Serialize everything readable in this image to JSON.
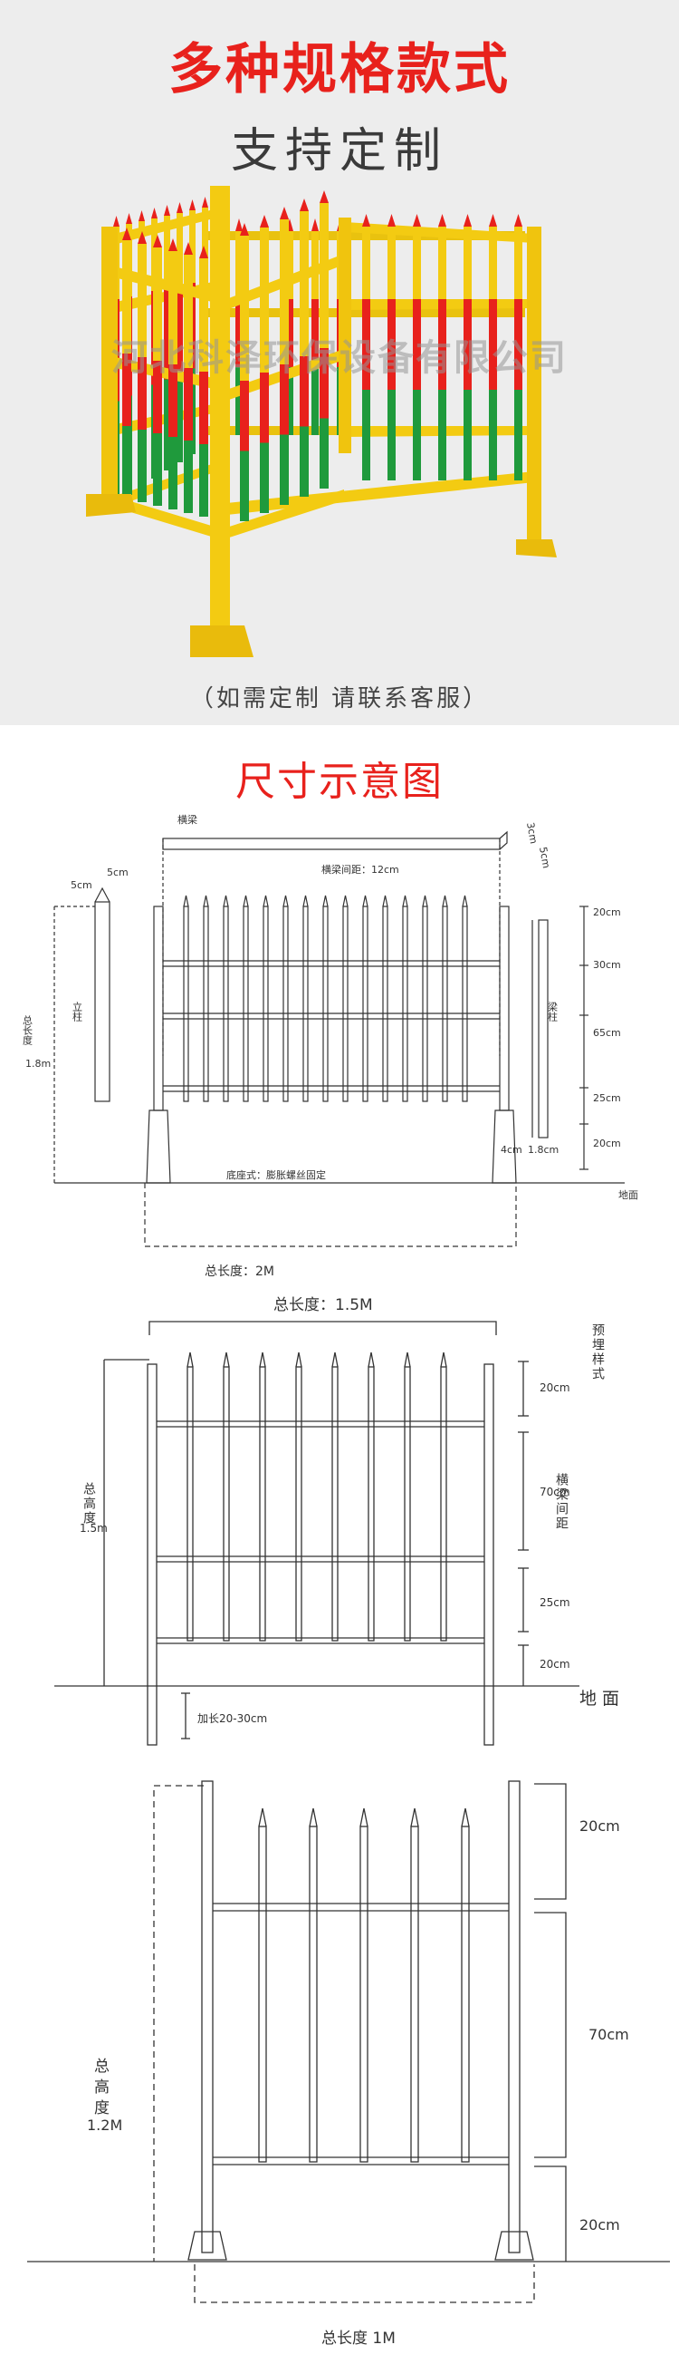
{
  "hero": {
    "title": "多种规格款式",
    "subtitle": "支持定制",
    "watermark": "河北科泽环保设备有限公司",
    "caption": "（如需定制 请联系客服）"
  },
  "section_title": "尺寸示意图",
  "diagram1": {
    "beam_label": "横梁",
    "beam_size": "3cm",
    "beam_size2": "5cm",
    "post_w": "5cm",
    "post_d": "5cm",
    "beam_spacing": "横梁间距：12cm",
    "total_height": "总长度",
    "total_height_val": "1.8m",
    "post_label": "立柱",
    "side_label": "梁柱",
    "base_label": "底座式：膨胀螺丝固定",
    "base_w": "4cm",
    "base_h": "1.8cm",
    "dims": [
      "20cm",
      "30cm",
      "65cm",
      "25cm",
      "20cm"
    ],
    "ground": "地面",
    "total_length": "总长度：2M"
  },
  "diagram2": {
    "total_length": "总长度：1.5M",
    "embed_label": "预埋样式",
    "beam_spacing_label": "横梁间距",
    "total_height_label": "总高度",
    "total_height_val": "1.5m",
    "dims": [
      "20cm",
      "70cm",
      "25cm",
      "20cm"
    ],
    "ground": "地 面",
    "extension": "加长20-30cm"
  },
  "diagram3": {
    "total_height_label": "总高度",
    "total_height_val": "1.2M",
    "dims": [
      "20cm",
      "70cm",
      "20cm"
    ],
    "total_length": "总长度  1M"
  },
  "colors": {
    "red": "#e8211c",
    "yellow": "#f3cb12",
    "green": "#1f9a3c",
    "line": "#333333"
  }
}
